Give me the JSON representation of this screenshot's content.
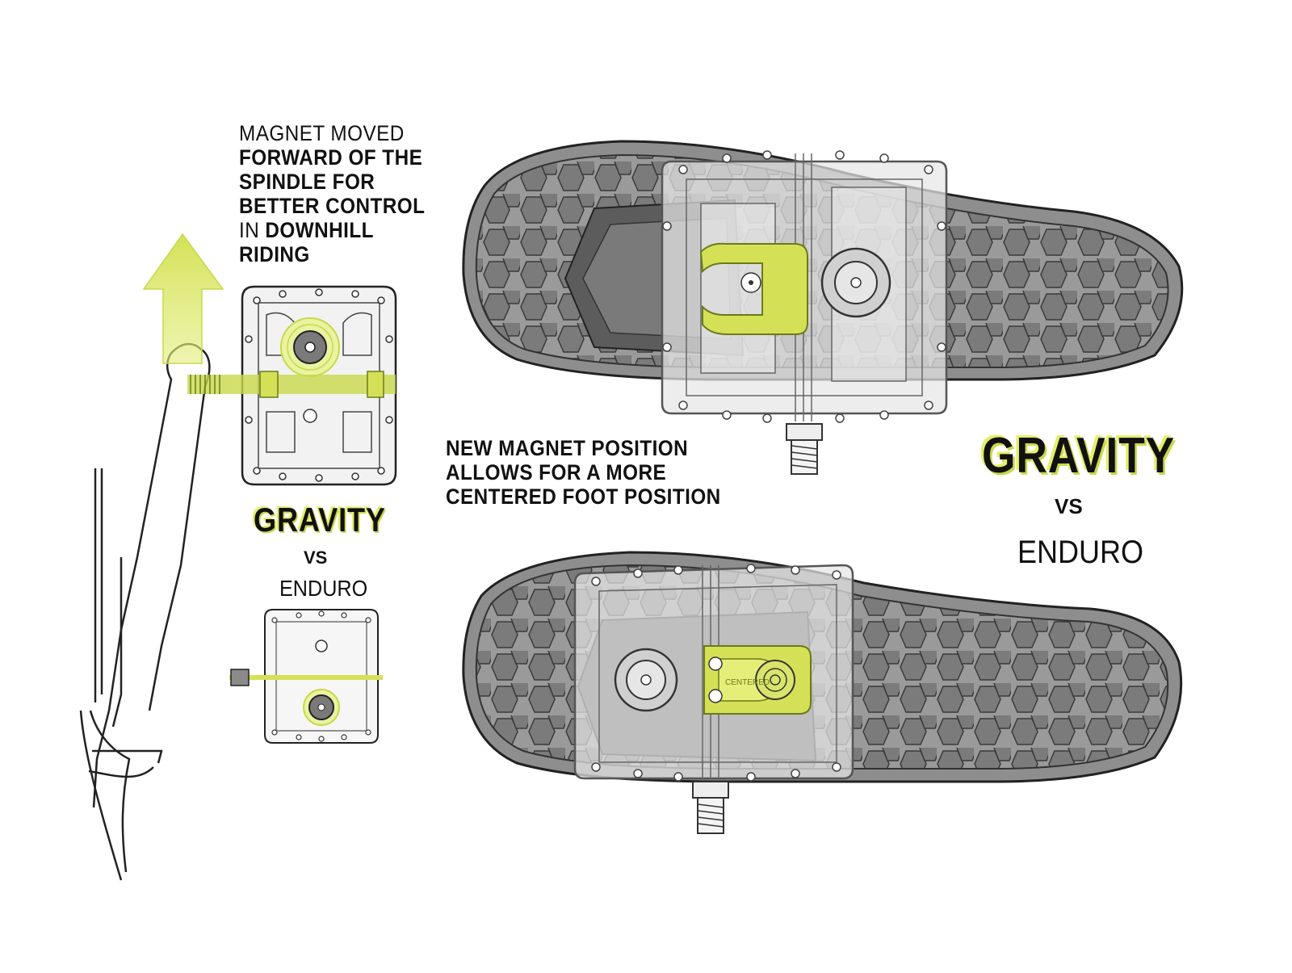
{
  "labels": {
    "magnet_moved": {
      "line1": "MAGNET MOVED",
      "line2": "FORWARD OF THE",
      "line3": "SPINDLE FOR",
      "line4": "BETTER CONTROL",
      "line5_a": "IN ",
      "line5_b": "DOWNHILL",
      "line6": "RIDING"
    },
    "new_position": {
      "line1": "NEW MAGNET POSITION",
      "line2": "ALLOWS FOR A MORE",
      "line3": "CENTERED FOOT POSITION"
    },
    "comparison_small": {
      "gravity": "GRAVITY",
      "vs": "VS",
      "enduro": "ENDURO"
    },
    "comparison_large": {
      "gravity": "GRAVITY",
      "vs": "VS",
      "enduro": "ENDURO"
    },
    "plate_text": "CENTERED"
  },
  "colors": {
    "accent": "#d4e157",
    "accent_dark": "#a8b83a",
    "sole_outer": "#8e8e8e",
    "sole_tread": "#6e6e6e",
    "pedal_overlay": "#e2e2e2",
    "outline": "#333333"
  }
}
